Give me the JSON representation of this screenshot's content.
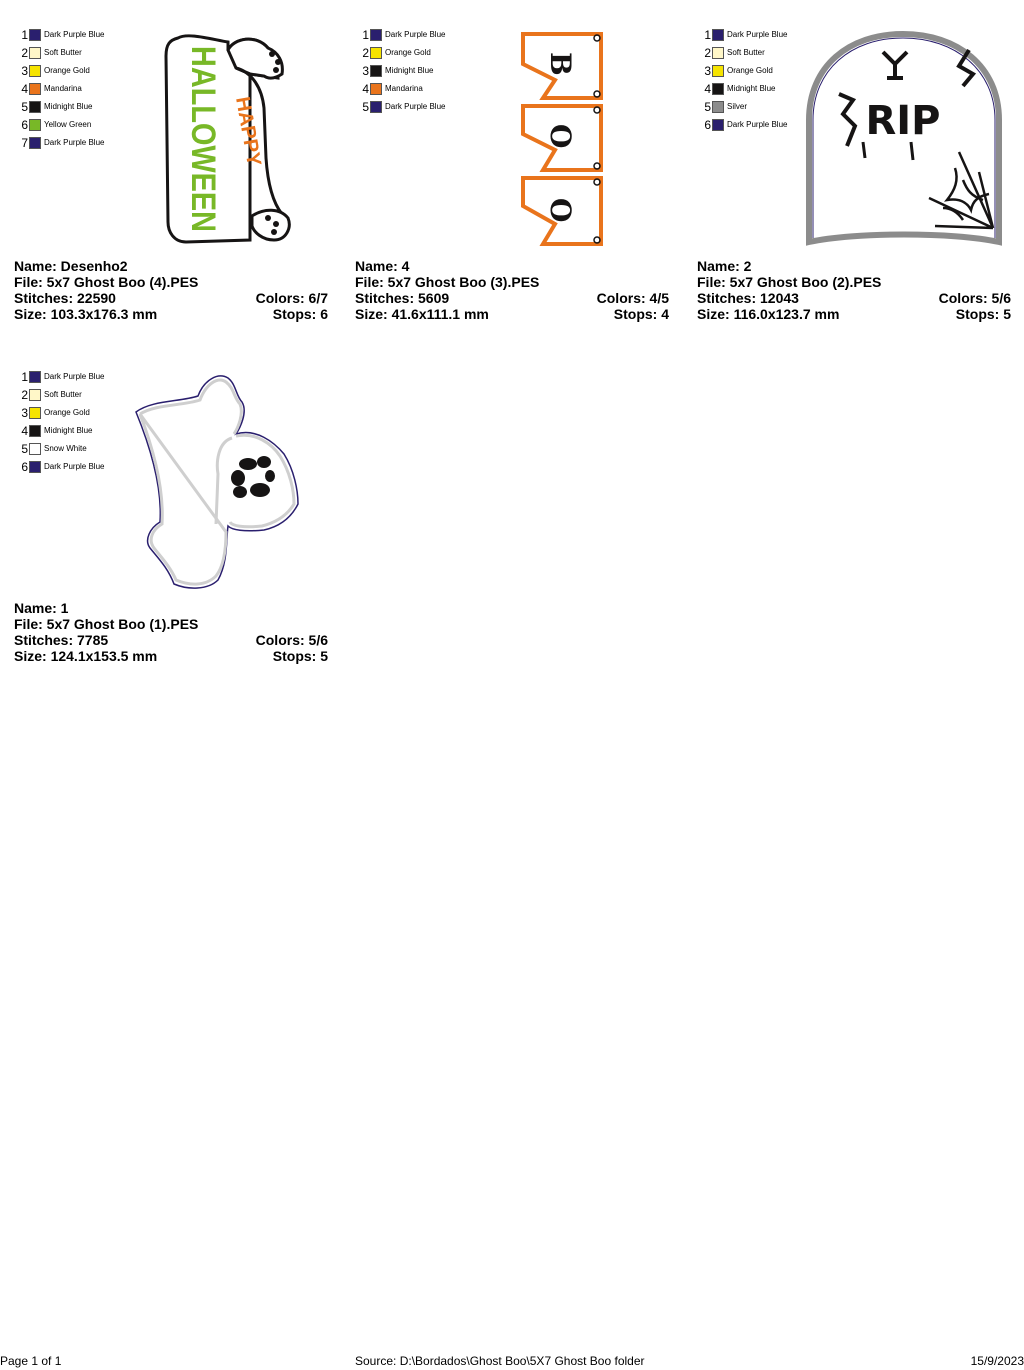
{
  "designs": [
    {
      "legend": [
        {
          "num": "1",
          "name": "Dark Purple Blue",
          "color": "#2a1f6e"
        },
        {
          "num": "2",
          "name": "Soft Butter",
          "color": "#fff7c8"
        },
        {
          "num": "3",
          "name": "Orange Gold",
          "color": "#f6e400"
        },
        {
          "num": "4",
          "name": "Mandarina",
          "color": "#e9741c"
        },
        {
          "num": "5",
          "name": "Midnight Blue",
          "color": "#161414"
        },
        {
          "num": "6",
          "name": "Yellow Green",
          "color": "#78b827"
        },
        {
          "num": "7",
          "name": "Dark Purple Blue",
          "color": "#2a1f6e"
        }
      ],
      "art_texts": {
        "main": "HALLOWEEN",
        "sub": "HAPPY"
      },
      "name": "Name: Desenho2",
      "file": "File: 5x7 Ghost Boo (4).PES",
      "stitches": "Stitches: 22590",
      "colors": "Colors: 6/7",
      "size": "Size: 103.3x176.3 mm",
      "stops": "Stops: 6"
    },
    {
      "legend": [
        {
          "num": "1",
          "name": "Dark Purple Blue",
          "color": "#2a1f6e"
        },
        {
          "num": "2",
          "name": "Orange Gold",
          "color": "#f6e400"
        },
        {
          "num": "3",
          "name": "Midnight Blue",
          "color": "#161414"
        },
        {
          "num": "4",
          "name": "Mandarina",
          "color": "#e9741c"
        },
        {
          "num": "5",
          "name": "Dark Purple Blue",
          "color": "#2a1f6e"
        }
      ],
      "art_texts": {
        "letters": [
          "B",
          "O",
          "O"
        ]
      },
      "name": "Name: 4",
      "file": "File: 5x7 Ghost Boo (3).PES",
      "stitches": "Stitches: 5609",
      "colors": "Colors: 4/5",
      "size": "Size: 41.6x111.1 mm",
      "stops": "Stops: 4"
    },
    {
      "legend": [
        {
          "num": "1",
          "name": "Dark Purple Blue",
          "color": "#2a1f6e"
        },
        {
          "num": "2",
          "name": "Soft Butter",
          "color": "#fff7c8"
        },
        {
          "num": "3",
          "name": "Orange Gold",
          "color": "#f6e400"
        },
        {
          "num": "4",
          "name": "Midnight Blue",
          "color": "#161414"
        },
        {
          "num": "5",
          "name": "Silver",
          "color": "#8c8c8c"
        },
        {
          "num": "6",
          "name": "Dark Purple Blue",
          "color": "#2a1f6e"
        }
      ],
      "art_texts": {
        "main": "RIP"
      },
      "name": "Name: 2",
      "file": "File: 5x7 Ghost Boo (2).PES",
      "stitches": "Stitches: 12043",
      "colors": "Colors: 5/6",
      "size": "Size: 116.0x123.7 mm",
      "stops": "Stops: 5"
    },
    {
      "legend": [
        {
          "num": "1",
          "name": "Dark Purple Blue",
          "color": "#2a1f6e"
        },
        {
          "num": "2",
          "name": "Soft Butter",
          "color": "#fff7c8"
        },
        {
          "num": "3",
          "name": "Orange Gold",
          "color": "#f6e400"
        },
        {
          "num": "4",
          "name": "Midnight Blue",
          "color": "#161414"
        },
        {
          "num": "5",
          "name": "Snow White",
          "color": "#ffffff"
        },
        {
          "num": "6",
          "name": "Dark Purple Blue",
          "color": "#2a1f6e"
        }
      ],
      "art_texts": {},
      "name": "Name: 1",
      "file": "File: 5x7 Ghost Boo (1).PES",
      "stitches": "Stitches: 7785",
      "colors": "Colors: 5/6",
      "size": "Size: 124.1x153.5 mm",
      "stops": "Stops: 5"
    }
  ],
  "footer": {
    "page": "Page 1 of 1",
    "source": "Source: D:\\Bordados\\Ghost Boo\\5X7 Ghost Boo folder",
    "date": "15/9/2023"
  }
}
